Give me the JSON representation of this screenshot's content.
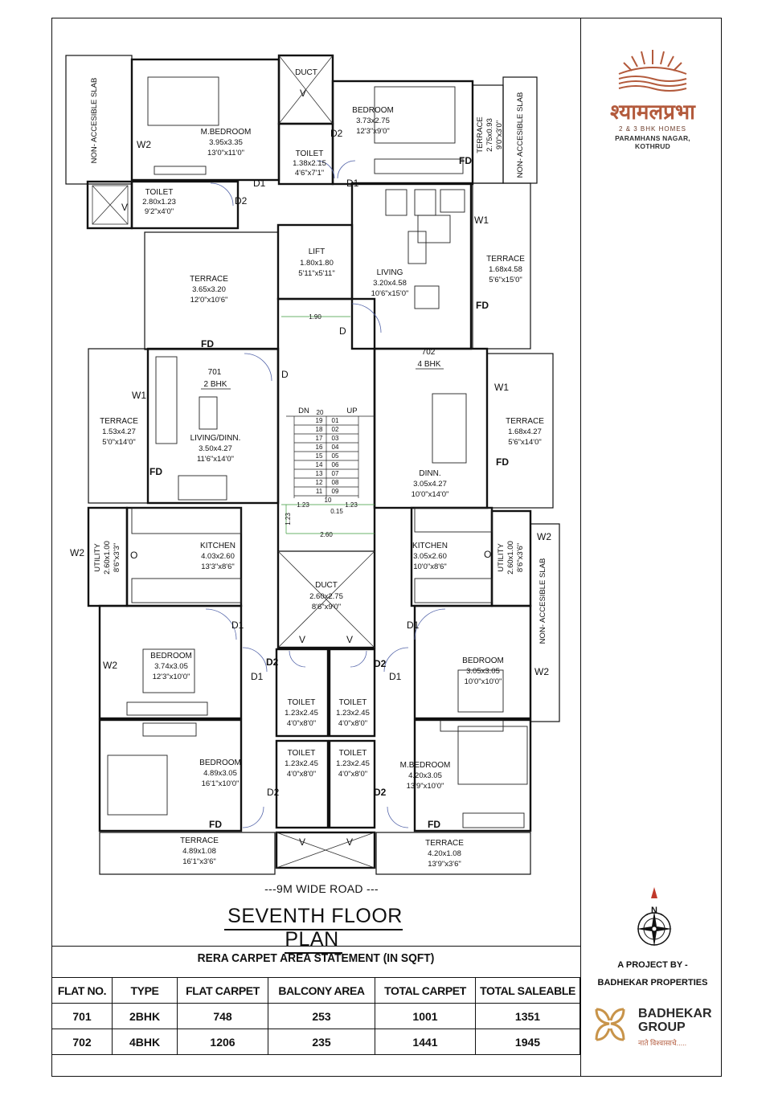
{
  "plan": {
    "title": "SEVENTH FLOOR PLAN",
    "road": "---9M WIDE ROAD ---",
    "rooms": {
      "nas_left": "NON- ACCESIBLE SLAB",
      "mbed_top": {
        "name": "M.BEDROOM",
        "m": "3.95x3.35",
        "ft": "13'0\"x11'0\""
      },
      "duct_top": "DUCT",
      "toilet_top": {
        "name": "TOILET",
        "m": "1.38x2.15",
        "ft": "4'6\"x7'1\""
      },
      "bed_top": {
        "name": "BEDROOM",
        "m": "3.73x2.75",
        "ft": "12'3\"x9'0\""
      },
      "terrace_small": {
        "name": "TERRACE",
        "m": "2.75x0.93",
        "ft": "9'0\"x3'0\""
      },
      "nas_top_right": "NON- ACCESIBLE SLAB",
      "toilet_left": {
        "name": "TOILET",
        "m": "2.80x1.23",
        "ft": "9'2\"x4'0\""
      },
      "terrace_mid": {
        "name": "TERRACE",
        "m": "3.65x3.20",
        "ft": "12'0\"x10'6\""
      },
      "lift": {
        "name": "LIFT",
        "m": "1.80x1.80",
        "ft": "5'11\"x5'11\""
      },
      "living702": {
        "name": "LIVING",
        "m": "3.20x4.58",
        "ft": "10'6\"x15'0\""
      },
      "terrace_right_top": {
        "name": "TERRACE",
        "m": "1.68x4.58",
        "ft": "5'6\"x15'0\""
      },
      "flat701": {
        "no": "701",
        "type": "2 BHK"
      },
      "flat702": {
        "no": "702",
        "type": "4 BHK"
      },
      "terrace_left": {
        "name": "TERRACE",
        "m": "1.53x4.27",
        "ft": "5'0\"x14'0\""
      },
      "living_dinn": {
        "name": "LIVING/DINN.",
        "m": "3.50x4.27",
        "ft": "11'6\"x14'0\""
      },
      "dinn702": {
        "name": "DINN.",
        "m": "3.05x4.27",
        "ft": "10'0\"x14'0\""
      },
      "terrace_right_mid": {
        "name": "TERRACE",
        "m": "1.68x4.27",
        "ft": "5'6\"x14'0\""
      },
      "utility_left": {
        "name": "UTILITY",
        "m": "2.60x1.00",
        "ft": "8'6\"x3'3\""
      },
      "kitchen_left": {
        "name": "KITCHEN",
        "m": "4.03x2.60",
        "ft": "13'3\"x8'6\""
      },
      "kitchen_right": {
        "name": "KITCHEN",
        "m": "3.05x2.60",
        "ft": "10'0\"x8'6\""
      },
      "utility_right": {
        "name": "UTILITY",
        "m": "2.60x1.00",
        "ft": "8'6\"x3'6\""
      },
      "nas_right": "NON- ACCESIBLE SLAB",
      "duct_mid": {
        "name": "DUCT",
        "m": "2.60x2.75",
        "ft": "8'6\"x9'0\""
      },
      "bed_left": {
        "name": "BEDROOM",
        "m": "3.74x3.05",
        "ft": "12'3\"x10'0\""
      },
      "bed_right": {
        "name": "BEDROOM",
        "m": "3.05x3.05",
        "ft": "10'0\"x10'0\""
      },
      "toilet_c1": {
        "name": "TOILET",
        "m": "1.23x2.45",
        "ft": "4'0\"x8'0\""
      },
      "toilet_c2": {
        "name": "TOILET",
        "m": "1.23x2.45",
        "ft": "4'0\"x8'0\""
      },
      "toilet_c3": {
        "name": "TOILET",
        "m": "1.23x2.45",
        "ft": "4'0\"x8'0\""
      },
      "toilet_c4": {
        "name": "TOILET",
        "m": "1.23x2.45",
        "ft": "4'0\"x8'0\""
      },
      "bed_big": {
        "name": "BEDROOM",
        "m": "4.89x3.05",
        "ft": "16'1\"x10'0\""
      },
      "mbed_right": {
        "name": "M.BEDROOM",
        "m": "4.20x3.05",
        "ft": "13'9\"x10'0\""
      },
      "terrace_bl": {
        "name": "TERRACE",
        "m": "4.89x1.08",
        "ft": "16'1\"x3'6\""
      },
      "terrace_br": {
        "name": "TERRACE",
        "m": "4.20x1.08",
        "ft": "13'9\"x3'6\""
      }
    },
    "tags": {
      "w1": "W1",
      "w2": "W2",
      "d": "D",
      "d1": "D1",
      "d2": "D2",
      "fd": "FD",
      "v": "V",
      "o": "O"
    },
    "stair": {
      "dn": "DN",
      "up": "UP",
      "top": "20",
      "left": [
        "19",
        "18",
        "17",
        "16",
        "15",
        "14",
        "13",
        "12",
        "11"
      ],
      "right": [
        "01",
        "02",
        "03",
        "04",
        "05",
        "06",
        "07",
        "08",
        "09"
      ],
      "landing": "10",
      "dims": {
        "w190": "1.90",
        "w123a": "1.23",
        "w015": "0.15",
        "w123b": "1.23",
        "h123": "1.23",
        "w260": "2.60"
      }
    }
  },
  "table": {
    "title": "RERA CARPET AREA STATEMENT (IN SQFT)",
    "headers": [
      "FLAT NO.",
      "TYPE",
      "FLAT CARPET",
      "BALCONY AREA",
      "TOTAL CARPET",
      "TOTAL SALEABLE"
    ],
    "rows": [
      [
        "701",
        "2BHK",
        "748",
        "253",
        "1001",
        "1351"
      ],
      [
        "702",
        "4BHK",
        "1206",
        "235",
        "1441",
        "1945"
      ]
    ]
  },
  "brand": {
    "name": "श्यामलप्रभा",
    "tagline": "2 & 3 BHK HOMES",
    "location": "PARAMHANS NAGAR, KOTHRUD",
    "compass": "N",
    "project_by_1": "A PROJECT BY -",
    "project_by_2": "BADHEKAR PROPERTIES",
    "group_1": "BADHEKAR",
    "group_2": "GROUP",
    "group_tag": "नाते विश्वासाचे....."
  },
  "colors": {
    "brand": "#b35a3c",
    "dim_green": "#3a9a3a",
    "door_blue": "#5566aa"
  }
}
